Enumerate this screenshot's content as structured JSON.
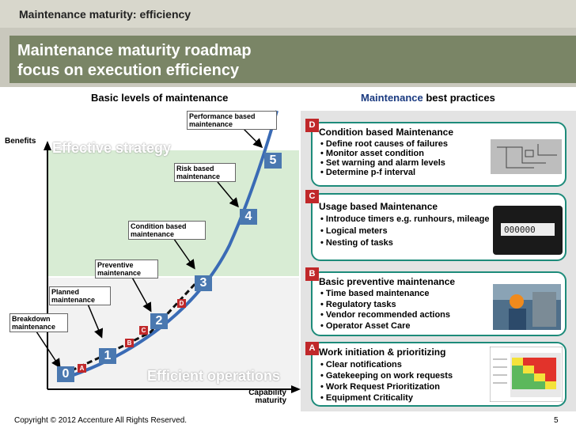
{
  "header": {
    "section_title": "Maintenance maturity: efficiency",
    "main_title_line1": "Maintenance maturity roadmap",
    "main_title_line2": "focus on execution efficiency"
  },
  "left": {
    "heading": "Basic levels of maintenance",
    "y_axis_label": "Benefits",
    "x_axis_label_line1": "Capability",
    "x_axis_label_line2": "maturity",
    "zone_top": "Effective strategy",
    "zone_bottom": "Efficient operations",
    "levels": [
      {
        "num": "0",
        "label_line1": "Breakdown",
        "label_line2": "maintenance"
      },
      {
        "num": "1",
        "label_line1": "Planned",
        "label_line2": "maintenance"
      },
      {
        "num": "2",
        "label_line1": "Preventive",
        "label_line2": "maintenance"
      },
      {
        "num": "3",
        "label_line1": "Condition based",
        "label_line2": "maintenance"
      },
      {
        "num": "4",
        "label_line1": "Risk based",
        "label_line2": "maintenance"
      },
      {
        "num": "5",
        "label_line1": "Performance based",
        "label_line2": "maintenance"
      }
    ],
    "stage_tags": [
      "A",
      "B",
      "C",
      "D"
    ]
  },
  "right": {
    "heading_part1": "Maintenance",
    "heading_part2": " best practices",
    "cards": [
      {
        "tag": "D",
        "title": "Condition based Maintenance",
        "items": [
          "Define root causes of failures",
          "Monitor asset condition",
          "Set warning and alarm levels",
          "Determine p-f interval"
        ]
      },
      {
        "tag": "C",
        "title": "Usage based Maintenance",
        "items": [
          "Introduce timers e.g. runhours, mileage",
          "Logical meters",
          "Nesting of tasks"
        ]
      },
      {
        "tag": "B",
        "title": "Basic preventive maintenance",
        "items": [
          "Time based maintenance",
          "Regulatory tasks",
          "Vendor recommended actions",
          "Operator Asset Care"
        ]
      },
      {
        "tag": "A",
        "title": "Work initiation & prioritizing",
        "items": [
          "Clear notifications",
          "Gatekeeping on work requests",
          "Work Request Prioritization",
          "Equipment Criticality"
        ]
      }
    ],
    "meter_digits": "000000"
  },
  "footer": {
    "copyright": "Copyright © 2012 Accenture All Rights Reserved.",
    "page": "5"
  },
  "colors": {
    "accent_teal": "#1d8b7a",
    "tag_red": "#c0282a",
    "num_blue": "#4a78b0",
    "curve_blue": "#3a6bb5",
    "title_green": "#7a8566",
    "zone_green": "#d8ecd4"
  }
}
